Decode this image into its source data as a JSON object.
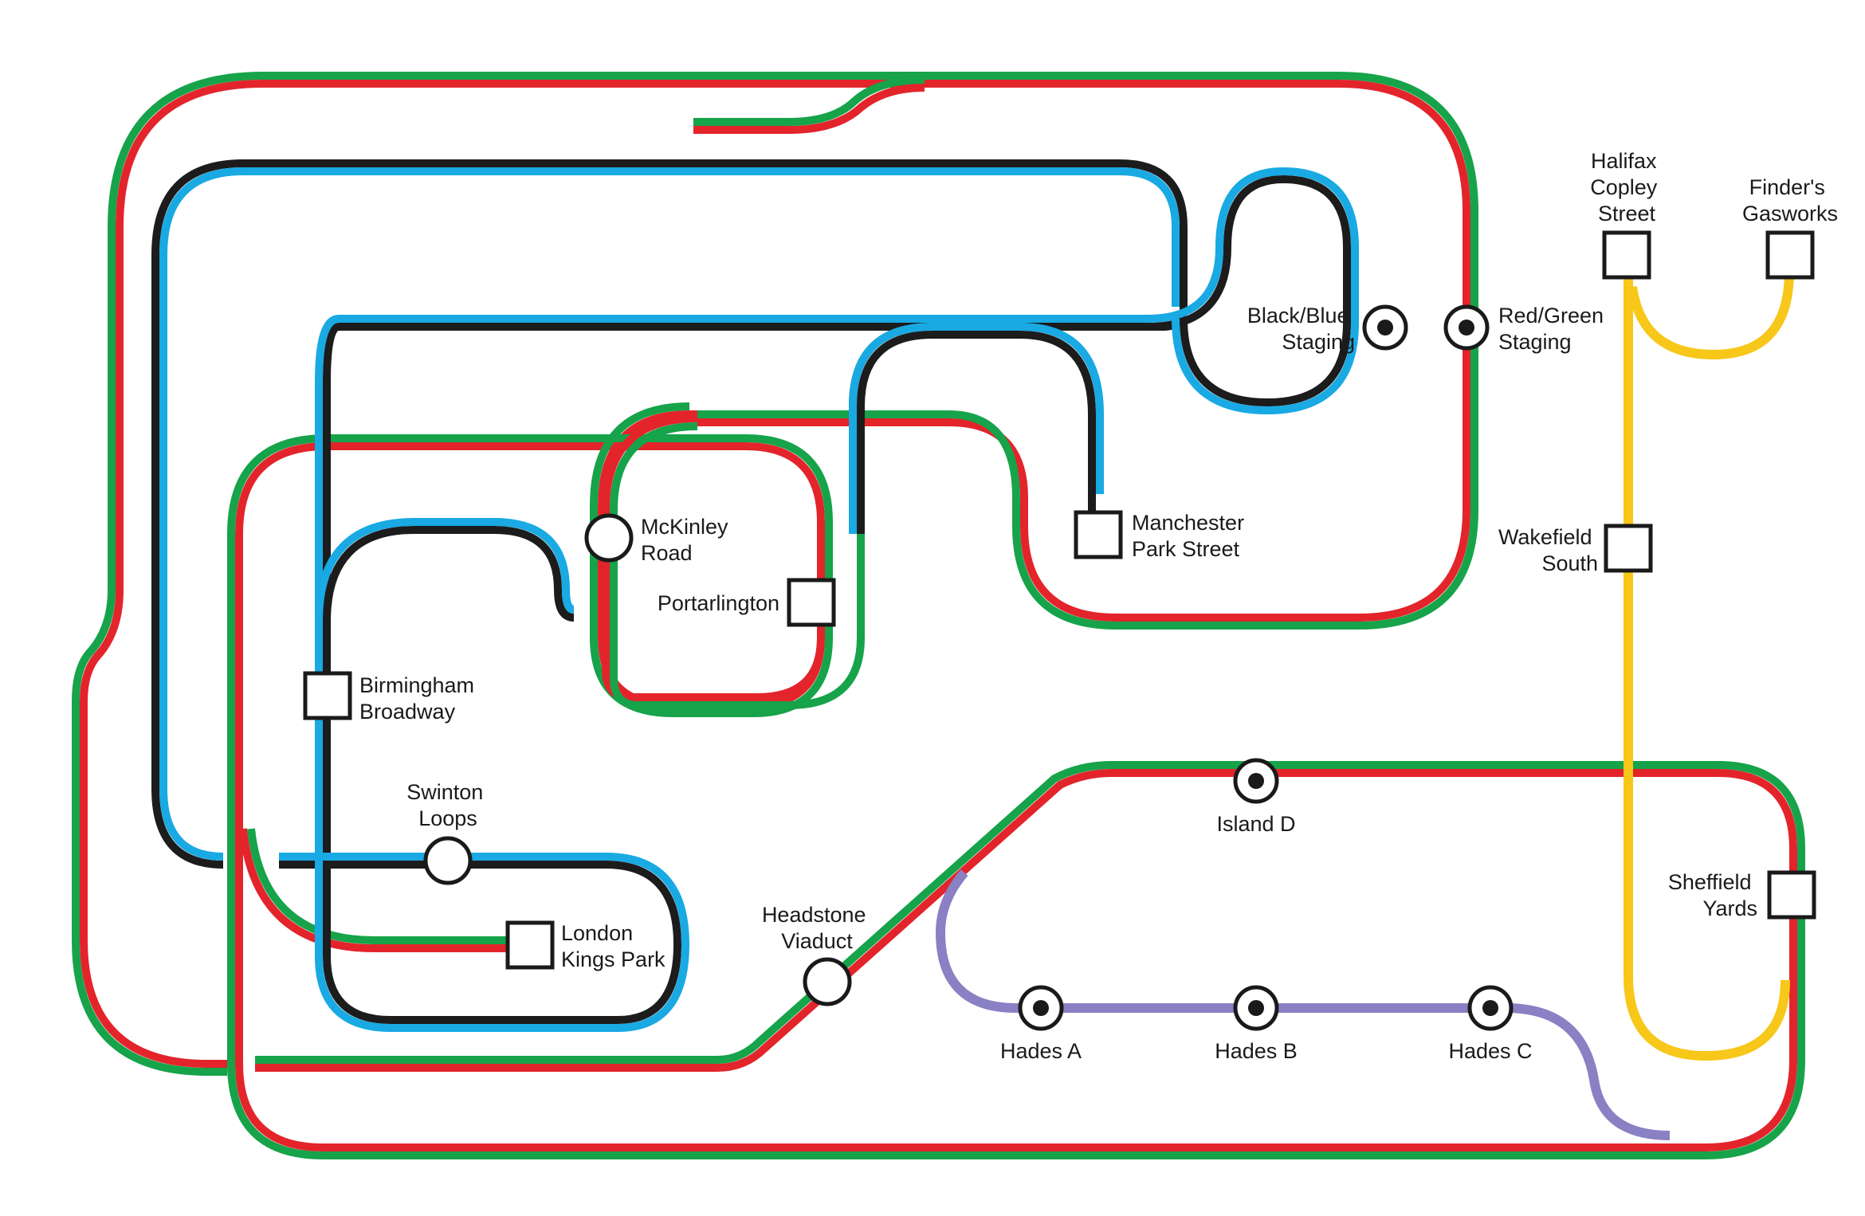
{
  "colors": {
    "red": "#e3242b",
    "green": "#16a34a",
    "black": "#1c1c1c",
    "blue": "#19a9e3",
    "yellow": "#f7c719",
    "purple": "#8a80c4"
  },
  "lines": [
    {
      "id": "red-green",
      "colors": [
        "red",
        "green"
      ]
    },
    {
      "id": "black-blue",
      "colors": [
        "black",
        "blue"
      ]
    },
    {
      "id": "yellow",
      "colors": [
        "yellow"
      ]
    },
    {
      "id": "purple",
      "colors": [
        "purple"
      ]
    }
  ],
  "stations": {
    "halifax": {
      "label": [
        "Halifax",
        "Copley",
        "Street"
      ],
      "symbol": "square"
    },
    "finders": {
      "label": [
        "Finder's",
        "Gasworks"
      ],
      "symbol": "square"
    },
    "black_blue_staging": {
      "label": [
        "Black/Blue",
        "Staging"
      ],
      "symbol": "dot-circle"
    },
    "red_green_staging": {
      "label": [
        "Red/Green",
        "Staging"
      ],
      "symbol": "dot-circle"
    },
    "wakefield": {
      "label": [
        "Wakefield",
        "South"
      ],
      "symbol": "square"
    },
    "mckinley": {
      "label": [
        "McKinley",
        "Road"
      ],
      "symbol": "circle"
    },
    "manchester": {
      "label": [
        "Manchester",
        "Park Street"
      ],
      "symbol": "square"
    },
    "portarlington": {
      "label": [
        "Portarlington"
      ],
      "symbol": "square"
    },
    "birmingham": {
      "label": [
        "Birmingham",
        "Broadway"
      ],
      "symbol": "square"
    },
    "swinton": {
      "label": [
        "Swinton",
        "Loops"
      ],
      "symbol": "circle"
    },
    "island_d": {
      "label": [
        "Island D"
      ],
      "symbol": "dot-circle"
    },
    "sheffield": {
      "label": [
        "Sheffield",
        "Yards"
      ],
      "symbol": "square"
    },
    "headstone": {
      "label": [
        "Headstone",
        "Viaduct"
      ],
      "symbol": "circle"
    },
    "london": {
      "label": [
        "London",
        "Kings Park"
      ],
      "symbol": "square"
    },
    "hades_a": {
      "label": [
        "Hades A"
      ],
      "symbol": "dot-circle"
    },
    "hades_b": {
      "label": [
        "Hades B"
      ],
      "symbol": "dot-circle"
    },
    "hades_c": {
      "label": [
        "Hades C"
      ],
      "symbol": "dot-circle"
    }
  }
}
